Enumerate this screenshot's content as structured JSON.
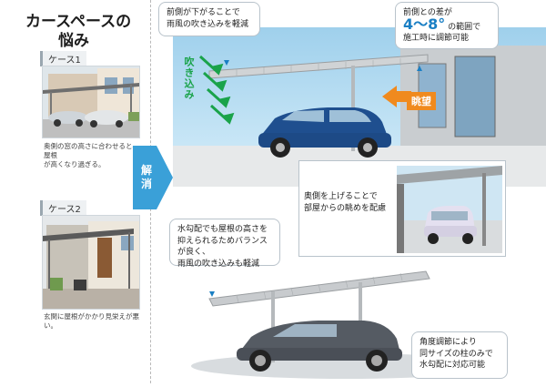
{
  "left": {
    "title_line1": "カースペースの",
    "title_line2": "悩み",
    "case1_label": "ケース1",
    "case1_caption_1": "奥側の窓の高さに合わせると、屋根",
    "case1_caption_2": "が高くなり過ぎる。",
    "case2_label": "ケース2",
    "case2_caption": "玄関に屋根がかかり見栄えが悪い。"
  },
  "arrow": {
    "label": "解消"
  },
  "top": {
    "callout_left_1": "前側が下がることで",
    "callout_left_2": "雨風の吹き込みを軽減",
    "callout_right_1": "前側との差が",
    "callout_right_num": "4〜8°",
    "callout_right_2": "の範囲で",
    "callout_right_3": "施工時に調節可能",
    "wind_label": "吹き込み",
    "view_label": "眺望",
    "inner_callout_1": "奥側を上げることで",
    "inner_callout_2": "部屋からの眺めを配慮"
  },
  "bottom": {
    "callout_top_1": "水勾配でも屋根の高さを",
    "callout_top_2": "抑えられるためバランスが良く、",
    "callout_top_3": "雨風の吹き込みも軽減",
    "callout_bottom_1": "角度調節により",
    "callout_bottom_2": "同サイズの柱のみで",
    "callout_bottom_3": "水勾配に対応可能"
  },
  "colors": {
    "accent_blue": "#1a7fc4",
    "arrow_blue": "#3aa0d8",
    "wind_green": "#1aa34a",
    "view_orange": "#f08a1e"
  }
}
